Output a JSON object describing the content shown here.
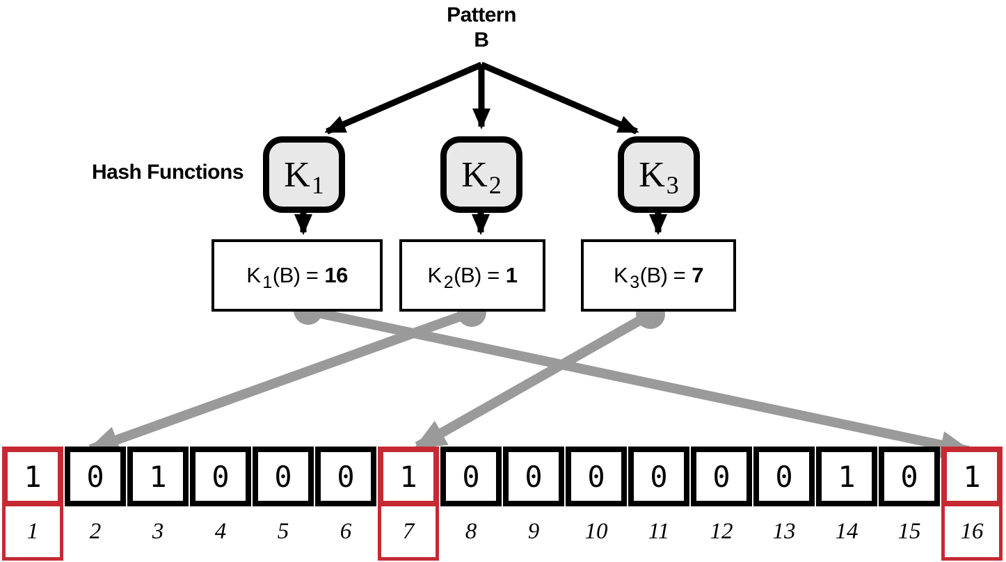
{
  "diagram": {
    "pattern_label": "Pattern",
    "pattern_value": "B",
    "hash_functions_label": "Hash Functions",
    "hash_nodes": [
      {
        "name": "K",
        "sub": "1"
      },
      {
        "name": "K",
        "sub": "2"
      },
      {
        "name": "K",
        "sub": "3"
      }
    ],
    "hash_results": [
      {
        "func": "K",
        "sub": "1",
        "args": "(B) =",
        "value": "16"
      },
      {
        "func": "K",
        "sub": "2",
        "args": "(B) =",
        "value": "1"
      },
      {
        "func": "K",
        "sub": "3",
        "args": "(B) =",
        "value": "7"
      }
    ]
  },
  "bit_array": {
    "cells": [
      {
        "index": "1",
        "value": "1",
        "highlighted": true
      },
      {
        "index": "2",
        "value": "0",
        "highlighted": false
      },
      {
        "index": "3",
        "value": "1",
        "highlighted": false
      },
      {
        "index": "4",
        "value": "0",
        "highlighted": false
      },
      {
        "index": "5",
        "value": "0",
        "highlighted": false
      },
      {
        "index": "6",
        "value": "0",
        "highlighted": false
      },
      {
        "index": "7",
        "value": "1",
        "highlighted": true
      },
      {
        "index": "8",
        "value": "0",
        "highlighted": false
      },
      {
        "index": "9",
        "value": "0",
        "highlighted": false
      },
      {
        "index": "10",
        "value": "0",
        "highlighted": false
      },
      {
        "index": "11",
        "value": "0",
        "highlighted": false
      },
      {
        "index": "12",
        "value": "0",
        "highlighted": false
      },
      {
        "index": "13",
        "value": "0",
        "highlighted": false
      },
      {
        "index": "14",
        "value": "1",
        "highlighted": false
      },
      {
        "index": "15",
        "value": "0",
        "highlighted": false
      },
      {
        "index": "16",
        "value": "1",
        "highlighted": true
      }
    ]
  },
  "colors": {
    "highlight_red": "#c52a33",
    "arrow_gray": "#9a9a9a",
    "node_fill": "#e8e8e8",
    "ink": "#000000"
  }
}
